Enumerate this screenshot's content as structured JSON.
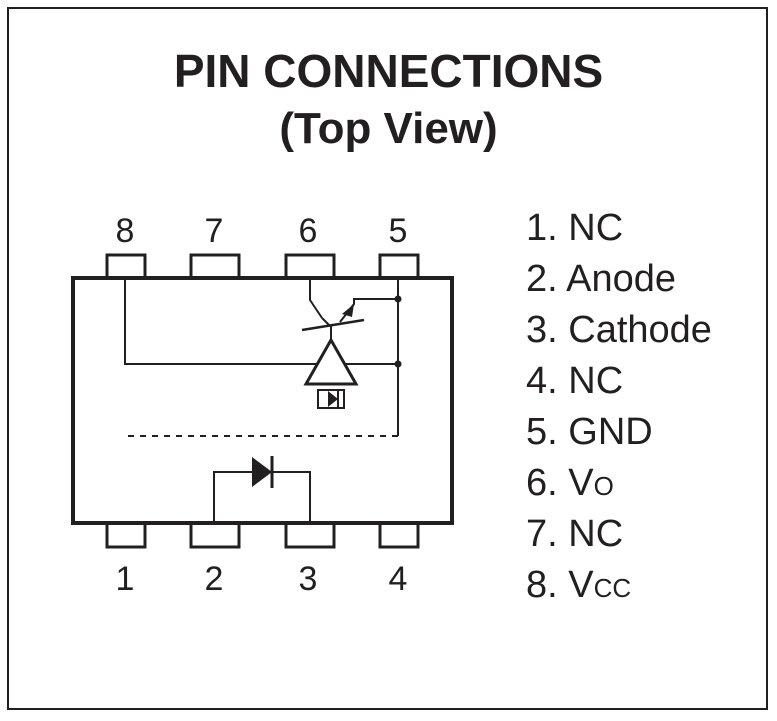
{
  "title": "PIN CONNECTIONS",
  "subtitle": "(Top View)",
  "top_pins": [
    "8",
    "7",
    "6",
    "5"
  ],
  "bottom_pins": [
    "1",
    "2",
    "3",
    "4"
  ],
  "legend": [
    {
      "num": "1.",
      "name": "NC",
      "sub": ""
    },
    {
      "num": "2.",
      "name": "Anode",
      "sub": ""
    },
    {
      "num": "3.",
      "name": "Cathode",
      "sub": ""
    },
    {
      "num": "4.",
      "name": "NC",
      "sub": ""
    },
    {
      "num": "5.",
      "name": "GND",
      "sub": ""
    },
    {
      "num": "6.",
      "name": "V",
      "sub": "O"
    },
    {
      "num": "7.",
      "name": "NC",
      "sub": ""
    },
    {
      "num": "8.",
      "name": "V",
      "sub": "CC"
    }
  ],
  "colors": {
    "ink": "#231f20",
    "background": "#ffffff"
  }
}
